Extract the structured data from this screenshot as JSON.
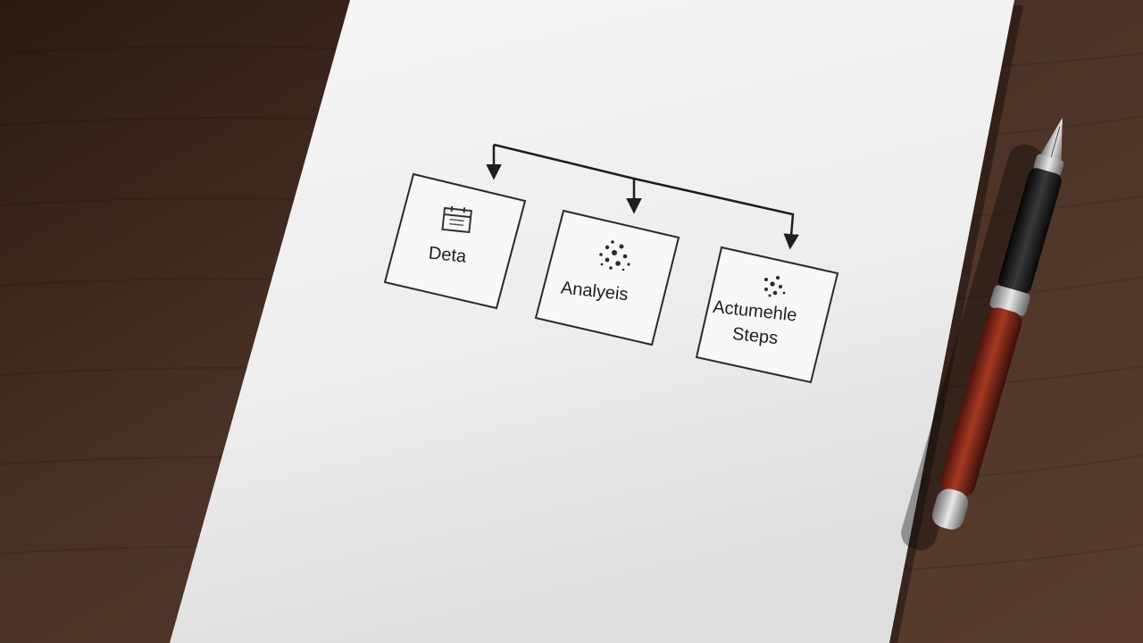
{
  "diagram": {
    "boxes": [
      {
        "lines": [
          "Deta"
        ],
        "icon": "calendar-icon"
      },
      {
        "lines": [
          "Analyeis"
        ],
        "icon": "cluster-dots-icon"
      },
      {
        "lines": [
          "Actumehle",
          "Steps"
        ],
        "icon": "cluster-dots-icon"
      }
    ],
    "connector": "branching-arrow"
  },
  "colors": {
    "desk": "#4a3024",
    "paper": "#f1f1f1",
    "ink": "#1e1e1e",
    "pen_barrel": "#8a2a1a",
    "pen_cap": "#151515"
  }
}
